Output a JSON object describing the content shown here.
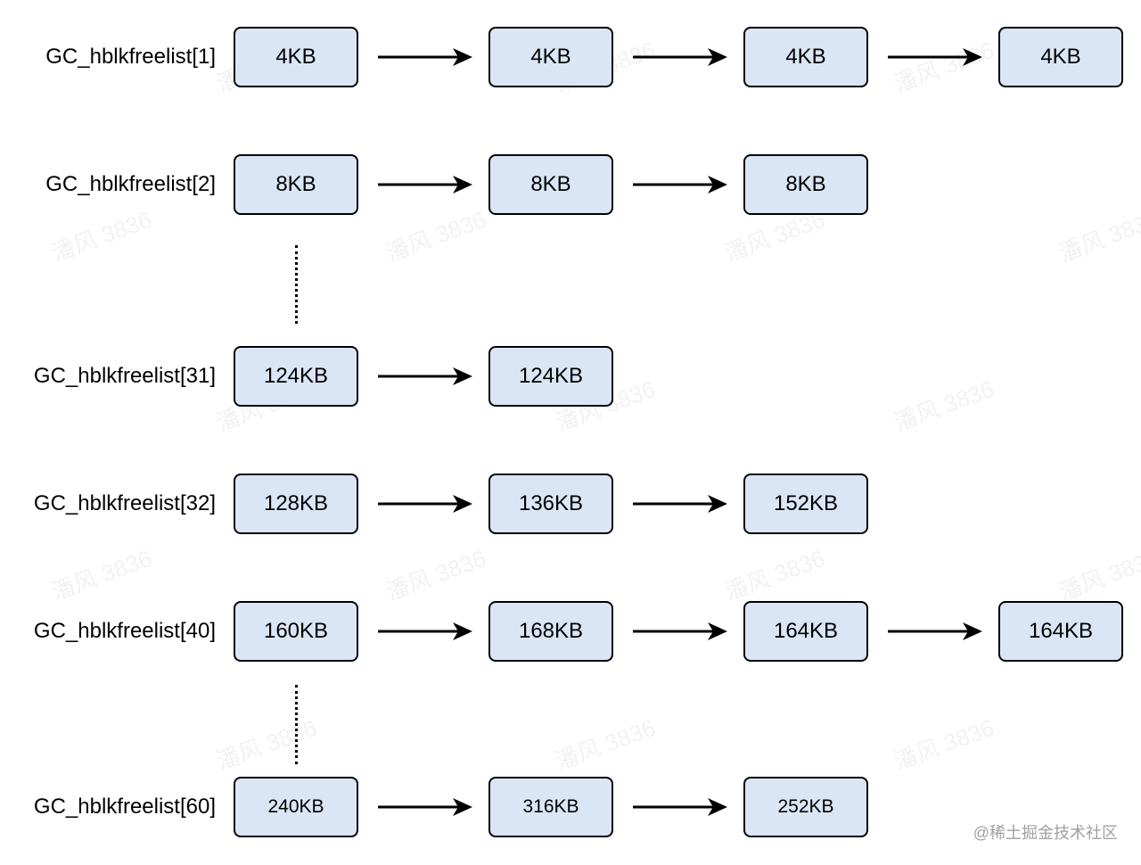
{
  "rows": [
    {
      "label": "GC_hblkfreelist[1]",
      "blocks": [
        "4KB",
        "4KB",
        "4KB",
        "4KB"
      ]
    },
    {
      "label": "GC_hblkfreelist[2]",
      "blocks": [
        "8KB",
        "8KB",
        "8KB"
      ]
    },
    {
      "label": "GC_hblkfreelist[31]",
      "blocks": [
        "124KB",
        "124KB"
      ]
    },
    {
      "label": "GC_hblkfreelist[32]",
      "blocks": [
        "128KB",
        "136KB",
        "152KB"
      ]
    },
    {
      "label": "GC_hblkfreelist[40]",
      "blocks": [
        "160KB",
        "168KB",
        "164KB",
        "164KB"
      ]
    },
    {
      "label": "GC_hblkfreelist[60]",
      "blocks": [
        "240KB",
        "316KB",
        "252KB"
      ]
    }
  ],
  "watermark_text": "潘风 3836",
  "credit": "@稀土掘金技术社区"
}
